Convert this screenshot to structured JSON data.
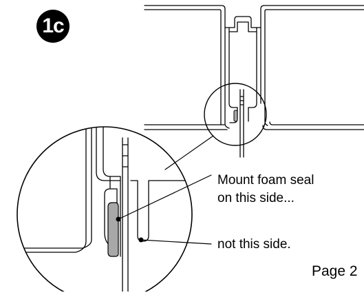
{
  "step": {
    "number": "1c"
  },
  "callouts": {
    "seal_line1": "Mount foam seal",
    "seal_line2": "on this side...",
    "not_this_side": "not this side."
  },
  "footer": {
    "page": "Page 2"
  },
  "colors": {
    "ink": "#000000",
    "foam_seal": "#a8a8a8",
    "background": "#ffffff"
  },
  "icons": {
    "step_badge": "black-circle-number"
  }
}
